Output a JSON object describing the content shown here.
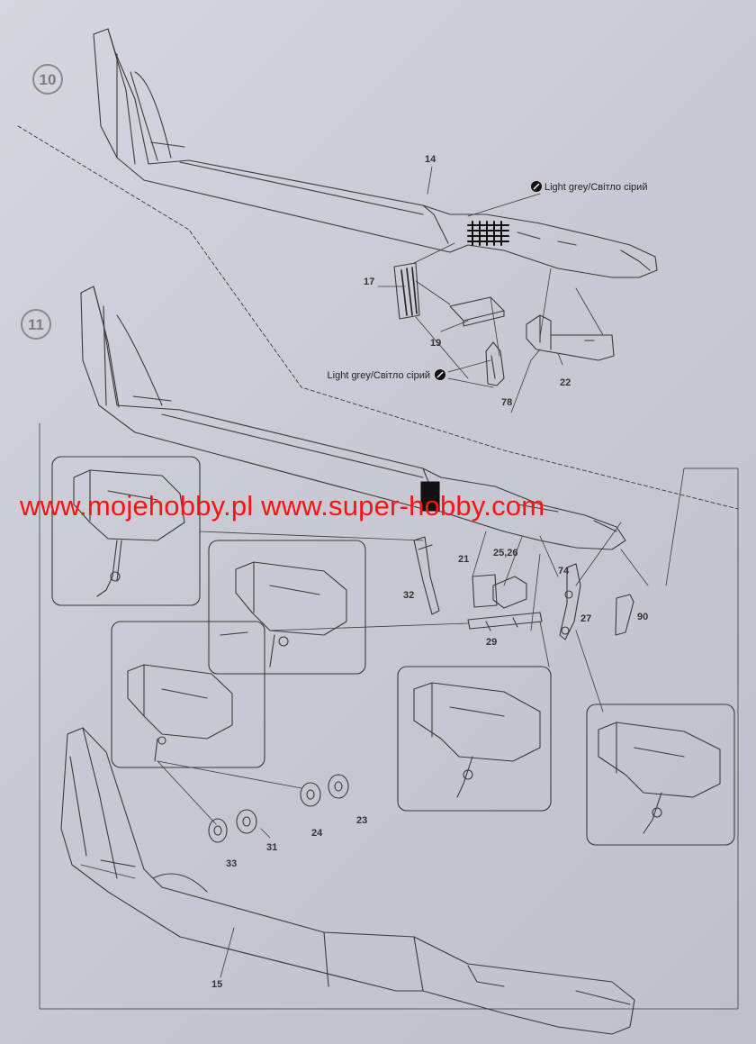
{
  "steps": [
    {
      "number": "10"
    },
    {
      "number": "11"
    }
  ],
  "paint_notes": [
    {
      "text": "Light grey/Світло сірий",
      "icon": "paint-brush-icon"
    },
    {
      "text": "Light grey/Світло сірий",
      "icon": "paint-brush-icon"
    }
  ],
  "part_labels": {
    "p14": "14",
    "p17": "17",
    "p19": "19",
    "p78": "78",
    "p22": "22",
    "p32": "32",
    "p21": "21",
    "p2526": "25,26",
    "p74": "74",
    "p27": "27",
    "p90": "90",
    "p29": "29",
    "p24": "24",
    "p23": "23",
    "p33": "33",
    "p31": "31",
    "p15": "15"
  },
  "watermark": "www.mojehobby.pl www.super-hobby.com",
  "colors": {
    "paper": "#cbccd6",
    "line": "#3a3a3a",
    "watermark": "#ff1111"
  }
}
